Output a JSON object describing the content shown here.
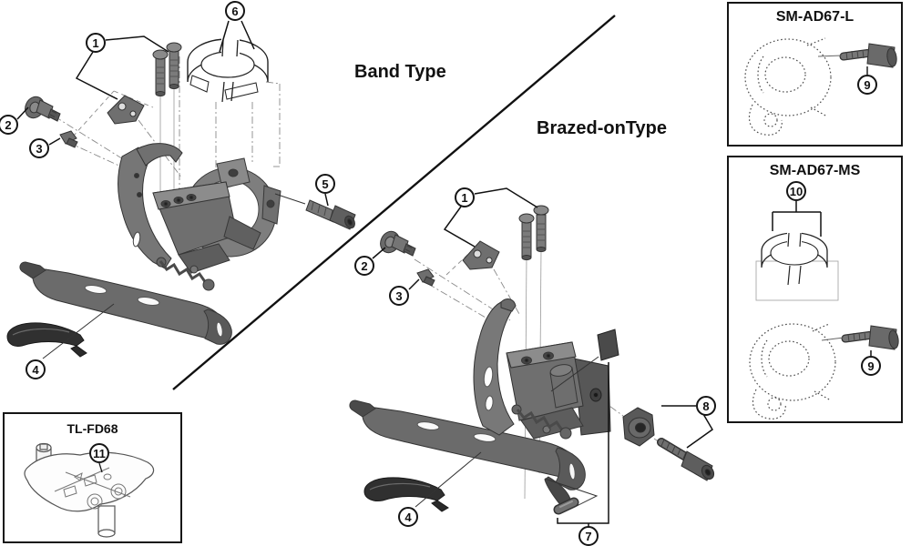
{
  "labels": {
    "band_type": "Band Type",
    "brazed_on_type": "Brazed-onType"
  },
  "panels": {
    "sm_ad67_l": {
      "title": "SM-AD67-L"
    },
    "sm_ad67_ms": {
      "title": "SM-AD67-MS"
    },
    "tl_fd68": {
      "title": "TL-FD68"
    }
  },
  "callouts": [
    {
      "id": "band-1",
      "number": "1"
    },
    {
      "id": "band-2",
      "number": "2"
    },
    {
      "id": "band-3",
      "number": "3"
    },
    {
      "id": "band-4",
      "number": "4"
    },
    {
      "id": "band-5",
      "number": "5"
    },
    {
      "id": "band-6",
      "number": "6"
    },
    {
      "id": "brazed-1",
      "number": "1"
    },
    {
      "id": "brazed-2",
      "number": "2"
    },
    {
      "id": "brazed-3",
      "number": "3"
    },
    {
      "id": "brazed-4",
      "number": "4"
    },
    {
      "id": "brazed-7",
      "number": "7"
    },
    {
      "id": "brazed-8",
      "number": "8"
    },
    {
      "id": "adl-9",
      "number": "9"
    },
    {
      "id": "adms-10",
      "number": "10"
    },
    {
      "id": "adms-9",
      "number": "9"
    },
    {
      "id": "fd68-11",
      "number": "11"
    }
  ],
  "colors": {
    "line": "#1a1a1a",
    "part_gray": "#7a7a7a",
    "part_dark": "#303030",
    "background": "#ffffff"
  }
}
